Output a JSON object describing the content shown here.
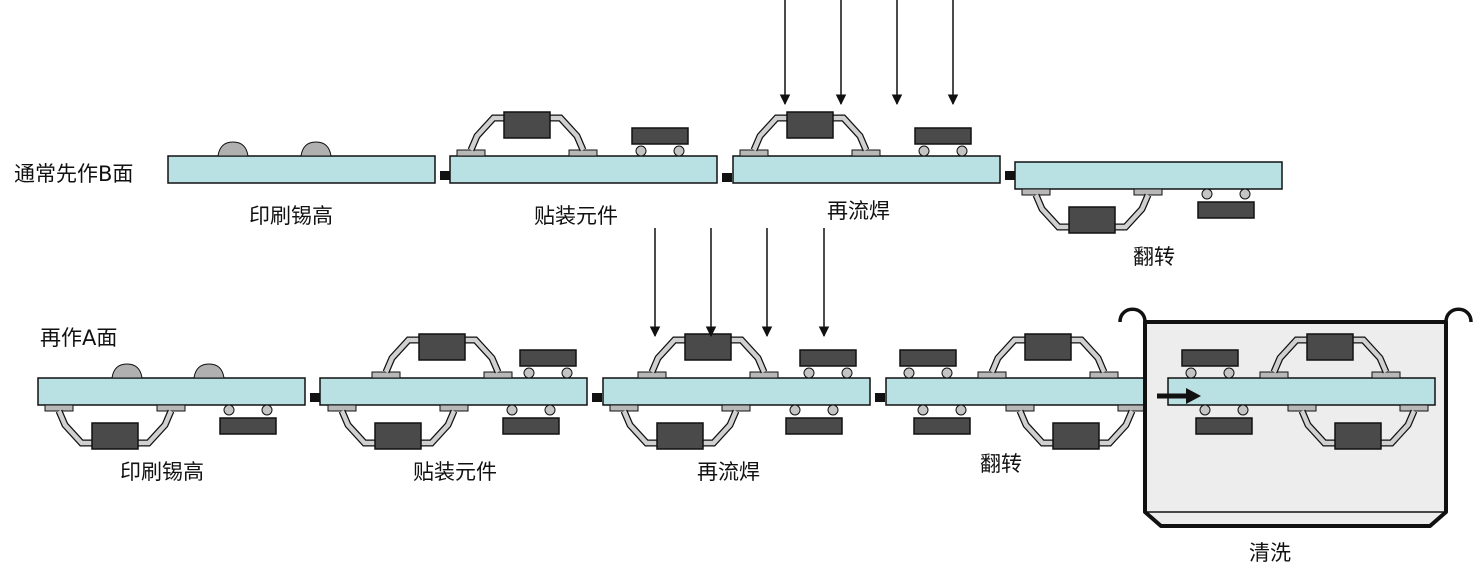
{
  "side_labels": {
    "side_b": "通常先作B面",
    "side_a": "再作A面"
  },
  "steps": {
    "print": "印刷锡高",
    "mount": "贴装元件",
    "reflow": "再流焊",
    "flip": "翻转",
    "clean": "清洗"
  },
  "colors": {
    "board_fill": "#b9e0e3",
    "component_dark": "#4a4a4a",
    "pad_gray": "#b8b8b8",
    "lead_light": "#d0d0d0",
    "tank_fill": "#ededed",
    "outline": "#111111"
  }
}
